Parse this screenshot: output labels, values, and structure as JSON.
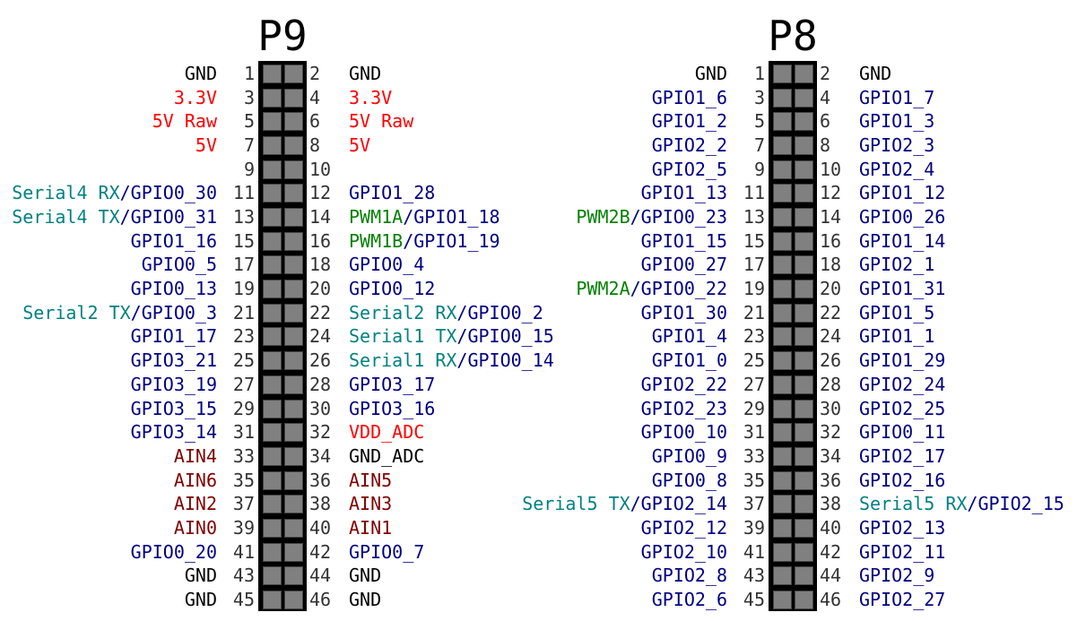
{
  "colors": {
    "ground": "#000000",
    "power": "#ff0000",
    "serial": "#008080",
    "gpio": "#000080",
    "pwm": "#008000",
    "analog": "#800000",
    "separator": "#000080"
  },
  "headers": [
    {
      "title": "P9",
      "pins": [
        [
          "GND",
          "GND"
        ],
        [
          "3.3V",
          "3.3V"
        ],
        [
          "5V Raw",
          "5V Raw"
        ],
        [
          "5V",
          "5V"
        ],
        [
          "",
          ""
        ],
        [
          "Serial4 RX/GPIO0_30",
          "GPIO1_28"
        ],
        [
          "Serial4 TX/GPIO0_31",
          "PWM1A/GPIO1_18"
        ],
        [
          "GPIO1_16",
          "PWM1B/GPIO1_19"
        ],
        [
          "GPIO0_5",
          "GPIO0_4"
        ],
        [
          "GPIO0_13",
          "GPIO0_12"
        ],
        [
          "Serial2 TX/GPIO0_3",
          "Serial2 RX/GPIO0_2"
        ],
        [
          "GPIO1_17",
          "Serial1 TX/GPIO0_15"
        ],
        [
          "GPIO3_21",
          "Serial1 RX/GPIO0_14"
        ],
        [
          "GPIO3_19",
          "GPIO3_17"
        ],
        [
          "GPIO3_15",
          "GPIO3_16"
        ],
        [
          "GPIO3_14",
          "VDD_ADC"
        ],
        [
          "AIN4",
          "GND_ADC"
        ],
        [
          "AIN6",
          "AIN5"
        ],
        [
          "AIN2",
          "AIN3"
        ],
        [
          "AIN0",
          "AIN1"
        ],
        [
          "GPIO0_20",
          "GPIO0_7"
        ],
        [
          "GND",
          "GND"
        ],
        [
          "GND",
          "GND"
        ]
      ]
    },
    {
      "title": "P8",
      "pins": [
        [
          "GND",
          "GND"
        ],
        [
          "GPIO1_6",
          "GPIO1_7"
        ],
        [
          "GPIO1_2",
          "GPIO1_3"
        ],
        [
          "GPIO2_2",
          "GPIO2_3"
        ],
        [
          "GPIO2_5",
          "GPIO2_4"
        ],
        [
          "GPIO1_13",
          "GPIO1_12"
        ],
        [
          "PWM2B/GPIO0_23",
          "GPIO0_26"
        ],
        [
          "GPIO1_15",
          "GPIO1_14"
        ],
        [
          "GPIO0_27",
          "GPIO2_1"
        ],
        [
          "PWM2A/GPIO0_22",
          "GPIO1_31"
        ],
        [
          "GPIO1_30",
          "GPIO1_5"
        ],
        [
          "GPIO1_4",
          "GPIO1_1"
        ],
        [
          "GPIO1_0",
          "GPIO1_29"
        ],
        [
          "GPIO2_22",
          "GPIO2_24"
        ],
        [
          "GPIO2_23",
          "GPIO2_25"
        ],
        [
          "GPIO0_10",
          "GPIO0_11"
        ],
        [
          "GPIO0_9",
          "GPIO2_17"
        ],
        [
          "GPIO0_8",
          "GPIO2_16"
        ],
        [
          "Serial5 TX/GPIO2_14",
          "Serial5 RX/GPIO2_15"
        ],
        [
          "GPIO2_12",
          "GPIO2_13"
        ],
        [
          "GPIO2_10",
          "GPIO2_11"
        ],
        [
          "GPIO2_8",
          "GPIO2_9"
        ],
        [
          "GPIO2_6",
          "GPIO2_27"
        ]
      ]
    }
  ]
}
